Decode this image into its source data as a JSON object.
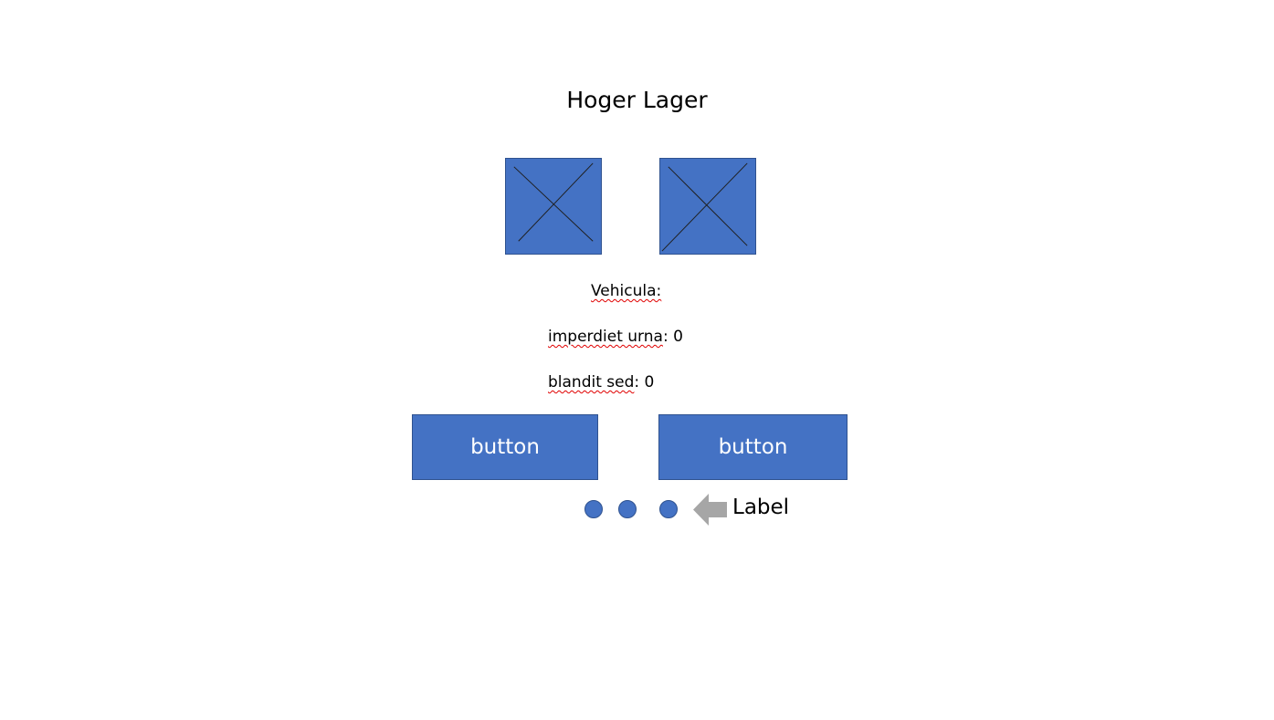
{
  "page": {
    "title": "Hoger Lager"
  },
  "images": [
    {
      "icon": "image-placeholder-icon"
    },
    {
      "icon": "image-placeholder-icon"
    }
  ],
  "info": {
    "heading": "Vehicula:",
    "stats": [
      {
        "label": "imperdiet urna",
        "separator": ":",
        "value": "0"
      },
      {
        "label": "blandit sed",
        "separator": ":",
        "value": "0"
      }
    ]
  },
  "buttons": [
    {
      "label": "button"
    },
    {
      "label": "button"
    }
  ],
  "pagination": {
    "dots": 3
  },
  "annotation": {
    "label": "Label",
    "icon": "left-arrow-icon"
  },
  "colors": {
    "accent": "#4472c4",
    "accent_border": "#2f528f",
    "arrow": "#a6a6a6",
    "spellcheck": "#e00000"
  }
}
